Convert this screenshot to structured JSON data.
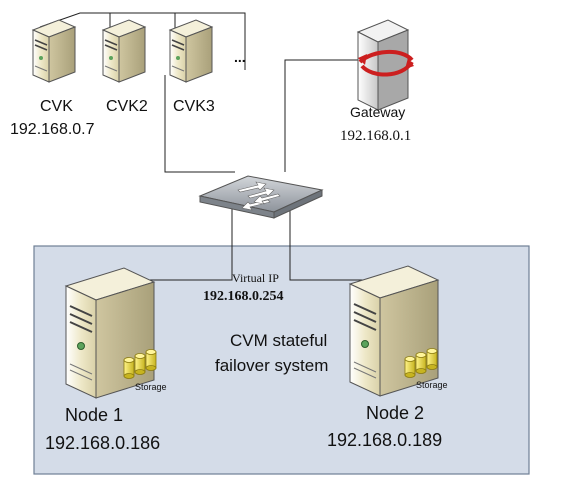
{
  "cluster": {
    "title_line1": "CVM stateful",
    "title_line2": "failover system",
    "fill": "#d4dce8",
    "border": "#6f7f95"
  },
  "cvk_hosts": [
    {
      "label": "CVK",
      "ip": "192.168.0.7"
    },
    {
      "label": "CVK2",
      "ip": ""
    },
    {
      "label": "CVK3",
      "ip": ""
    }
  ],
  "cvk_more": "...",
  "gateway": {
    "label": "Gateway",
    "ip": "192.168.0.1"
  },
  "virtual_ip": {
    "label": "Virtual IP",
    "ip": "192.168.0.254"
  },
  "nodes": [
    {
      "label": "Node 1",
      "ip": "192.168.0.186",
      "storage_label": "Storage"
    },
    {
      "label": "Node 2",
      "ip": "192.168.0.189",
      "storage_label": "Storage"
    }
  ],
  "colors": {
    "server_face": "#ece6c6",
    "server_side": "#cfc7a0",
    "storage": "#e8d84a",
    "switch": "#9aa0a8",
    "gateway_arrow": "#cc1f1f",
    "line": "#222222"
  }
}
